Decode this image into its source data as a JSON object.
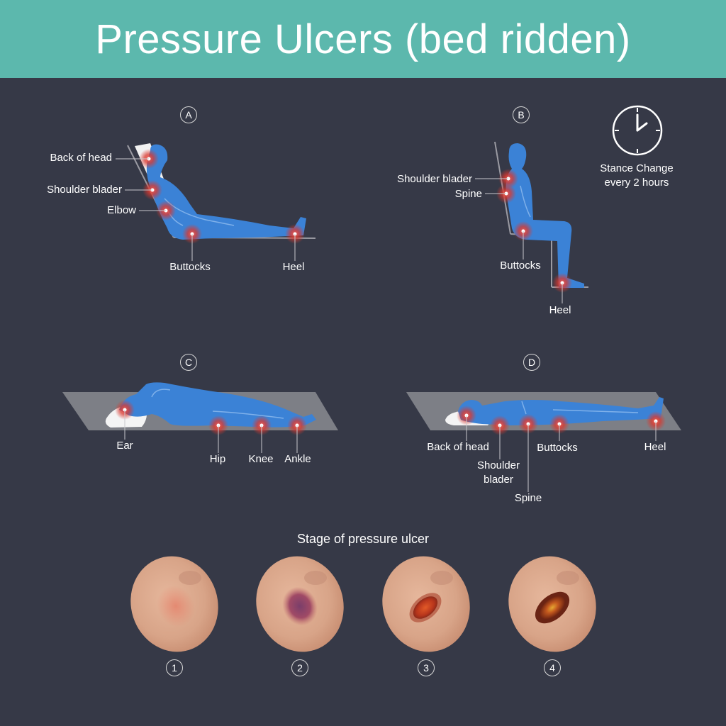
{
  "title": "Pressure Ulcers (bed ridden)",
  "colors": {
    "header": "#5cb8ad",
    "background": "#363947",
    "body": "#3b82d6",
    "hotspot": "#e2423a",
    "skin": "#d9a489"
  },
  "panels": {
    "a": {
      "badge": "A",
      "labels": {
        "back_of_head": "Back of head",
        "shoulder": "Shoulder blader",
        "elbow": "Elbow",
        "buttocks": "Buttocks",
        "heel": "Heel"
      }
    },
    "b": {
      "badge": "B",
      "labels": {
        "shoulder": "Shoulder blader",
        "spine": "Spine",
        "buttocks": "Buttocks",
        "heel": "Heel"
      }
    },
    "c": {
      "badge": "C",
      "labels": {
        "ear": "Ear",
        "hip": "Hip",
        "knee": "Knee",
        "ankle": "Ankle"
      }
    },
    "d": {
      "badge": "D",
      "labels": {
        "back_of_head": "Back of head",
        "shoulder_line1": "Shoulder",
        "shoulder_line2": "blader",
        "spine": "Spine",
        "buttocks": "Buttocks",
        "heel": "Heel"
      }
    }
  },
  "stance": {
    "icon": "clock-icon",
    "line1": "Stance Change",
    "line2": "every 2 hours"
  },
  "stages": {
    "title": "Stage of pressure ulcer",
    "items": [
      "1",
      "2",
      "3",
      "4"
    ]
  }
}
